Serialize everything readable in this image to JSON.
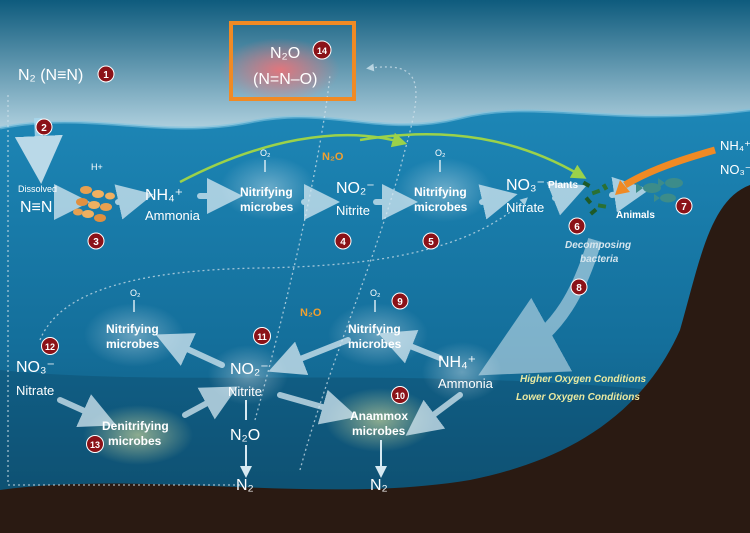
{
  "atmosphere": {
    "n2": "N₂ (N≡N)",
    "n2o": "N₂O",
    "n2o_struct": "(N=N–O)"
  },
  "surface": {
    "dissolved": "Dissolved",
    "nn": "N≡N",
    "hplus": "H+",
    "right_nh4": "NH₄⁺",
    "right_no3": "NO₃⁻"
  },
  "upper": {
    "nh4": "NH₄⁺",
    "ammonia": "Ammonia",
    "o2_1": "O₂",
    "nitrifying_1a": "Nitrifying",
    "nitrifying_1b": "microbes",
    "n2o": "N₂O",
    "no2": "NO₂⁻",
    "nitrite": "Nitrite",
    "o2_2": "O₂",
    "nitrifying_2a": "Nitrifying",
    "nitrifying_2b": "microbes",
    "no3": "NO₃⁻",
    "nitrate": "Nitrate",
    "plants": "Plants",
    "animals": "Animals",
    "decomp_1": "Decomposing",
    "decomp_2": "bacteria"
  },
  "lower": {
    "o2_a": "O₂",
    "nitrifying_a1": "Nitrifying",
    "nitrifying_a2": "microbes",
    "no3": "NO₃⁻",
    "nitrate": "Nitrate",
    "denit_1": "Denitrifying",
    "denit_2": "microbes",
    "no2": "NO₂⁻",
    "nitrite": "Nitrite",
    "n2o_orange": "N₂O",
    "o2_b": "O₂",
    "nitrifying_b1": "Nitrifying",
    "nitrifying_b2": "microbes",
    "nh4": "NH₄⁺",
    "ammonia": "Ammonia",
    "anammox_1": "Anammox",
    "anammox_2": "microbes",
    "n2o": "N₂O",
    "n2_left": "N₂",
    "n2_right": "N₂",
    "higher_o2": "Higher Oxygen Conditions",
    "lower_o2": "Lower Oxygen Conditions"
  },
  "markers": [
    "1",
    "2",
    "3",
    "4",
    "5",
    "6",
    "7",
    "8",
    "9",
    "10",
    "11",
    "12",
    "13",
    "14"
  ],
  "colors": {
    "highlight_box": "#f08a24",
    "marker": "#8b1218",
    "sea": "#1a6d96",
    "seabed": "#2a1a12"
  }
}
